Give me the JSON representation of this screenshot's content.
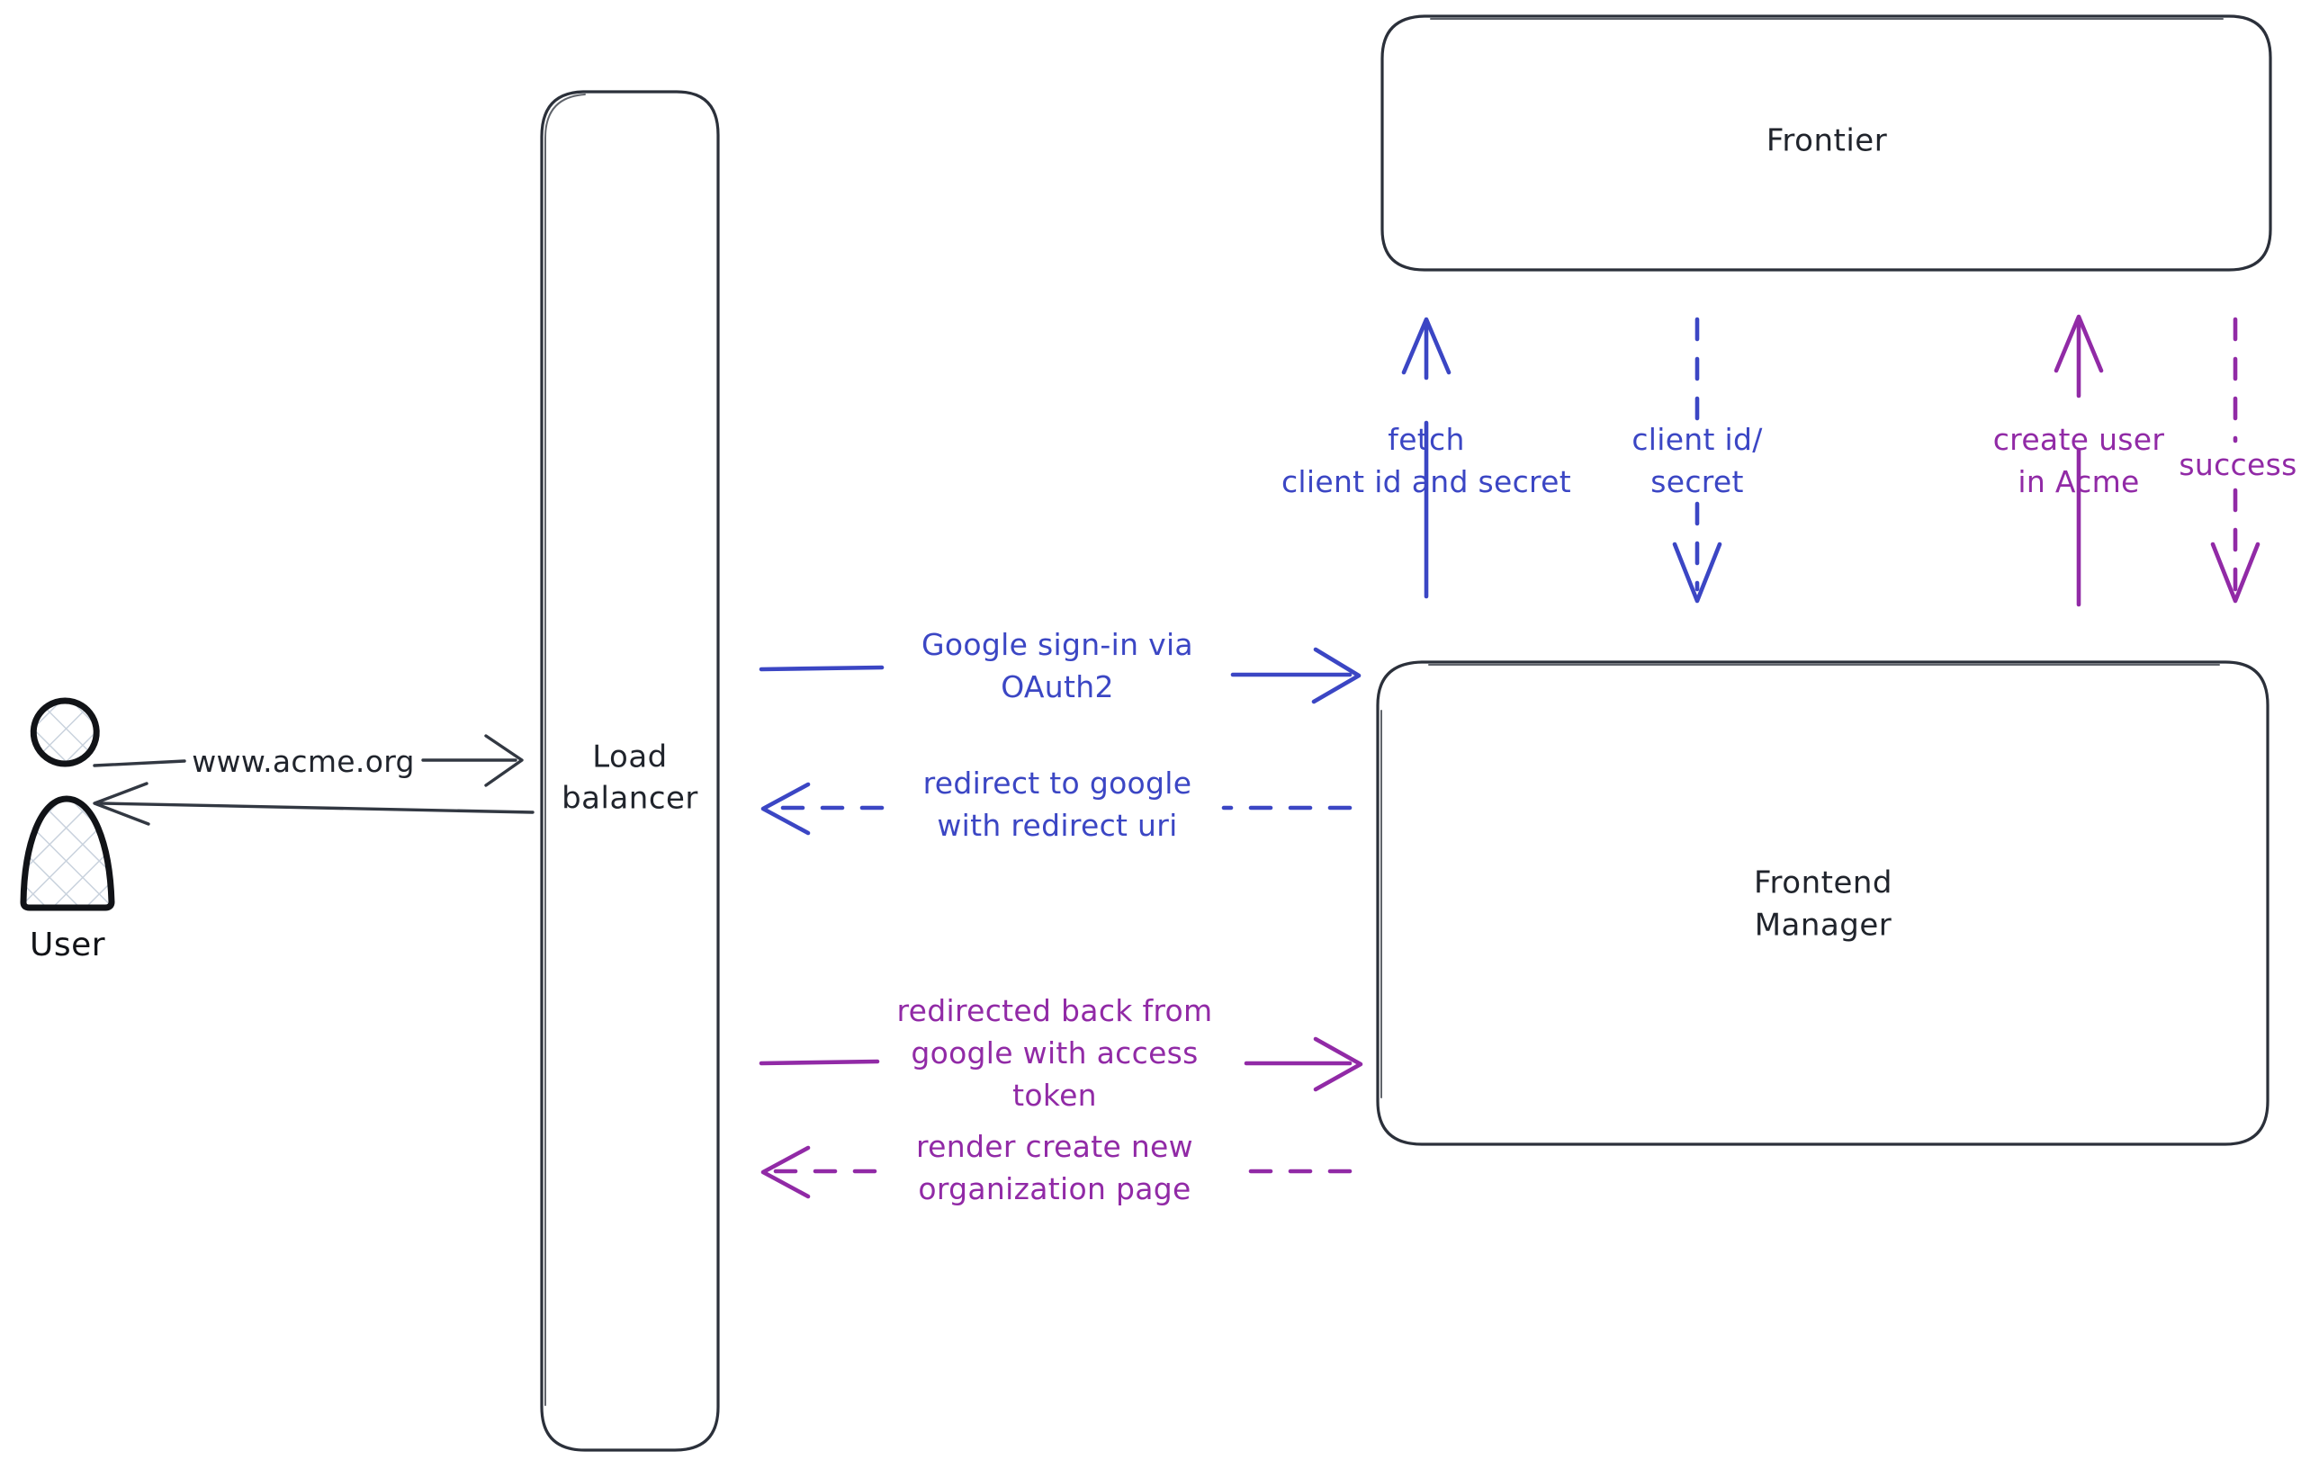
{
  "diagram": {
    "title": "Google OAuth2 sign-in sequence",
    "background": "#ffffff",
    "colors": {
      "stroke_dark": "#2b303a",
      "blue": "#3b46c4",
      "purple": "#912aa6"
    }
  },
  "actors": [
    {
      "id": "user",
      "label": "User",
      "icon": "person-icon",
      "shape": "actor"
    }
  ],
  "nodes": [
    {
      "id": "load-balancer",
      "label_line1": "Load",
      "label_line2": "balancer",
      "shape": "rounded-rect"
    },
    {
      "id": "frontier",
      "label_line1": "Frontier",
      "label_line2": "",
      "shape": "rounded-rect"
    },
    {
      "id": "frontend-manager",
      "label_line1": "Frontend",
      "label_line2": "Manager",
      "shape": "rounded-rect"
    }
  ],
  "edges": [
    {
      "id": "user-to-lb",
      "from": "user",
      "to": "load-balancer",
      "label": "www.acme.org",
      "color": "#323842",
      "style": "solid",
      "direction": "right"
    },
    {
      "id": "lb-to-user",
      "from": "load-balancer",
      "to": "user",
      "label": "",
      "color": "#323842",
      "style": "solid",
      "direction": "left"
    },
    {
      "id": "lb-to-fm-signin",
      "from": "load-balancer",
      "to": "frontend-manager",
      "label_line1": "Google sign-in via",
      "label_line2": "OAuth2",
      "color": "#3b46c4",
      "style": "solid",
      "direction": "right"
    },
    {
      "id": "fm-to-lb-redirect",
      "from": "frontend-manager",
      "to": "load-balancer",
      "label_line1": "redirect to google",
      "label_line2": "with redirect uri",
      "color": "#3b46c4",
      "style": "dashed",
      "direction": "left"
    },
    {
      "id": "lb-to-fm-token",
      "from": "load-balancer",
      "to": "frontend-manager",
      "label_line1": "redirected back from",
      "label_line2": "google with access",
      "label_line3": "token",
      "color": "#912aa6",
      "style": "solid",
      "direction": "right"
    },
    {
      "id": "fm-to-lb-render",
      "from": "frontend-manager",
      "to": "load-balancer",
      "label_line1": "render create new",
      "label_line2": "organization page",
      "color": "#912aa6",
      "style": "dashed",
      "direction": "left"
    },
    {
      "id": "fm-to-frontier-fetch",
      "from": "frontend-manager",
      "to": "frontier",
      "label_line1": "fetch",
      "label_line2": "client id and secret",
      "color": "#3b46c4",
      "style": "solid",
      "direction": "up"
    },
    {
      "id": "frontier-to-fm-secret",
      "from": "frontier",
      "to": "frontend-manager",
      "label_line1": "client id/",
      "label_line2": "secret",
      "color": "#3b46c4",
      "style": "dashed",
      "direction": "down"
    },
    {
      "id": "fm-to-frontier-create",
      "from": "frontend-manager",
      "to": "frontier",
      "label_line1": "create user",
      "label_line2": "in Acme",
      "color": "#912aa6",
      "style": "solid",
      "direction": "up"
    },
    {
      "id": "frontier-to-fm-success",
      "from": "frontier",
      "to": "frontend-manager",
      "label_line1": "success",
      "label_line2": "",
      "color": "#912aa6",
      "style": "dashed",
      "direction": "down"
    }
  ]
}
